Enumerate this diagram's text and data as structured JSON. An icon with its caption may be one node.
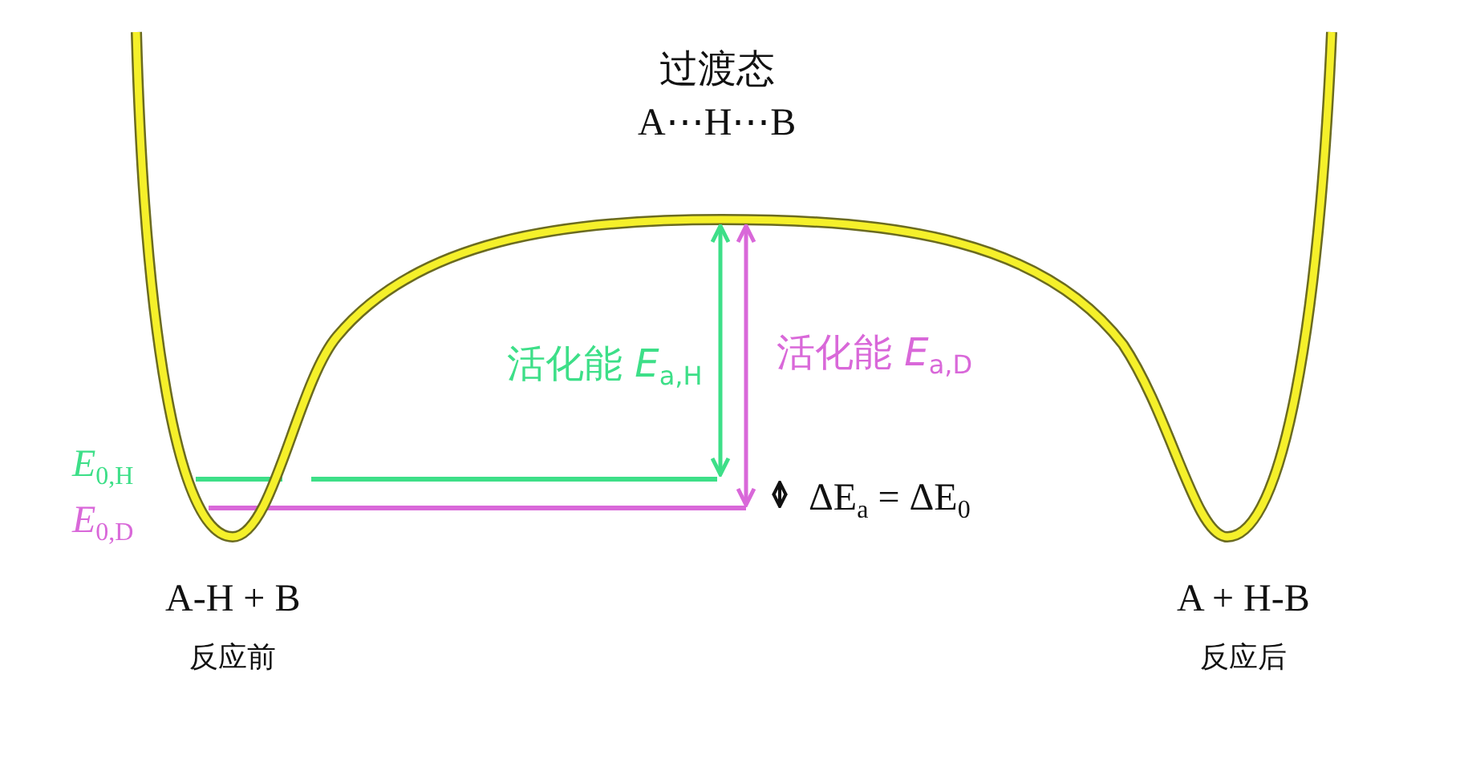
{
  "diagram": {
    "labels": [
      "过渡态",
      "A⋯H⋯B",
      "活化能 *E*$_{a,H}$",
      "活化能 *E*$_{a,D}$",
      "*E*$_{0,H}$",
      "ΔE$_{a}$ = ΔE$_{0}$",
      "*E*$_{0,D}$",
      "A-H + B",
      "A + H-B",
      "反应前",
      "反应后"
    ]
  }
}
